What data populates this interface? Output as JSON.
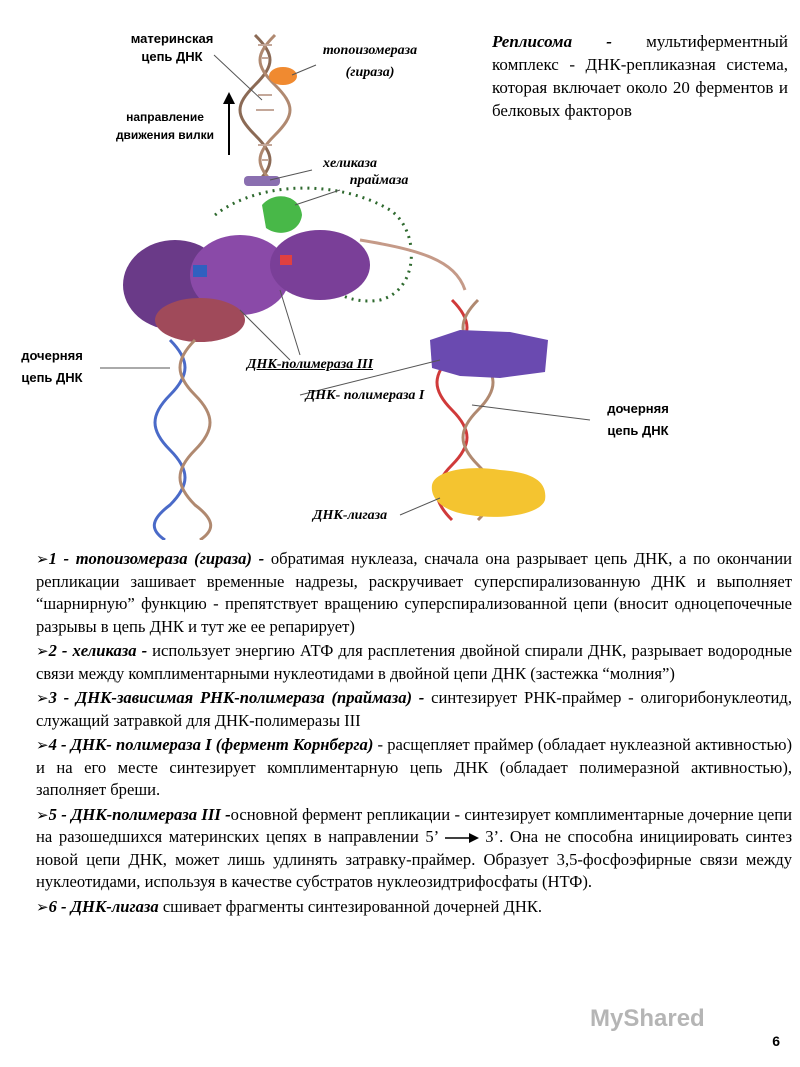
{
  "labels": {
    "mother_strand": "материнская\nцепь ДНК",
    "topoisomerase": "топоизомераза\n(гираза)",
    "fork_direction": "направление\nдвижения вилки",
    "helicase": "хеликаза",
    "primase": "праймаза",
    "daughter_left": "дочерняя\nцепь ДНК",
    "polymerase3": "ДНК-полимераза III",
    "polymerase1": "ДНК- полимераза I",
    "daughter_right": "дочерняя\nцепь ДНК",
    "ligase": "ДНК-лигаза"
  },
  "intro": {
    "term": "Реплисома -",
    "text": " мультиферментный комплекс - ДНК-репликазная система, которая включает около 20 ферментов и белковых факторов"
  },
  "items": [
    {
      "bullet": "➢",
      "term": "1 - топоизомераза (гираза) -",
      "text": " обратимая нуклеаза, сначала она разрывает цепь ДНК, а по окончании репликации зашивает временные надрезы, раскручивает суперспирализованную ДНК и выполняет “шарнирную” функцию - препятствует вращению суперспирализованной цепи (вносит одноцепочечные разрывы в цепь ДНК и тут же ее репарирует)"
    },
    {
      "bullet": "➢",
      "term": "2 - хеликаза -",
      "text": " использует энергию АТФ для расплетения двойной спирали ДНК, разрывает водородные связи между комплиментарными нуклеотидами в двойной цепи ДНК (застежка “молния”)"
    },
    {
      "bullet": "➢",
      "term": "3 - ДНК-зависимая РНК-полимераза (праймаза) -",
      "text": " синтезирует РНК-праймер - олигорибонуклеотид, служащий затравкой для ДНК-полимеразы III"
    },
    {
      "bullet": "➢",
      "term": "4 - ДНК- полимераза I (фермент Корнберга)",
      "text": " - расщепляет праймер (обладает нуклеазной активностью) и на его месте синтезирует комплиментарную цепь ДНК (обладает полимеразной активностью), заполняет бреши."
    },
    {
      "bullet": "➢",
      "term": "5 - ДНК-полимераза III -",
      "text_a": "основной фермент репликации - синтезирует комплиментарные дочерние цепи на разошедшихся материнских цепях в направлении 5’",
      "text_b": " 3’. Она не способна инициировать синтез новой цепи ДНК, может лишь удлинять затравку-праймер. Образует 3,5-фосфоэфирные связи между нуклеотидами, используя в качестве субстратов нуклеозидтрифосфаты (НТФ)."
    },
    {
      "bullet": "➢",
      "term": "6 - ДНК-лигаза",
      "text": " сшивает фрагменты синтезированной дочерней ДНК."
    }
  ],
  "page_number": "6",
  "watermark": "MyShared"
}
